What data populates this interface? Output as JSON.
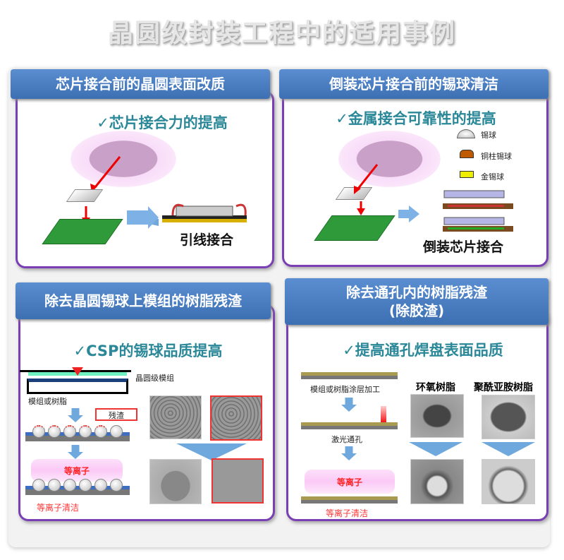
{
  "title": "晶圆级封装工程中的适用事例",
  "panels": {
    "tl": {
      "header": "芯片接合前的晶圆表面改质",
      "subtitle": "✓芯片接合力的提高",
      "result": "引线接合"
    },
    "tr": {
      "header": "倒装芯片接合前的锡球清洁",
      "subtitle": "✓金属接合可靠性的提高",
      "legend": [
        "锡球",
        "铜柱锡球",
        "金锡球"
      ],
      "result": "倒装芯片接合"
    },
    "bl": {
      "header": "除去晶圆锡球上模组的树脂残渣",
      "subtitle": "✓CSP的锡球品质提高",
      "module_label": "晶圆级模组",
      "resin_label": "模组或树脂",
      "residue_label": "残渣",
      "plasma": "等离子",
      "clean": "等离子清洁"
    },
    "br": {
      "header_line1": "除去通孔内的树脂残渣",
      "header_line2": "(除胶渣)",
      "subtitle": "✓提高通孔焊盘表面品质",
      "coating_label": "模组或树脂涂层加工",
      "laser_label": "激光通孔",
      "plasma": "等离子",
      "clean": "等离子清洁",
      "epoxy": "环氧树脂",
      "polyimide": "聚酰亚胺树脂"
    }
  },
  "colors": {
    "border": "#7b3fb5",
    "header": "#4a7fc4",
    "subtitle": "#2a8898",
    "accent_red": "#ff2222"
  }
}
